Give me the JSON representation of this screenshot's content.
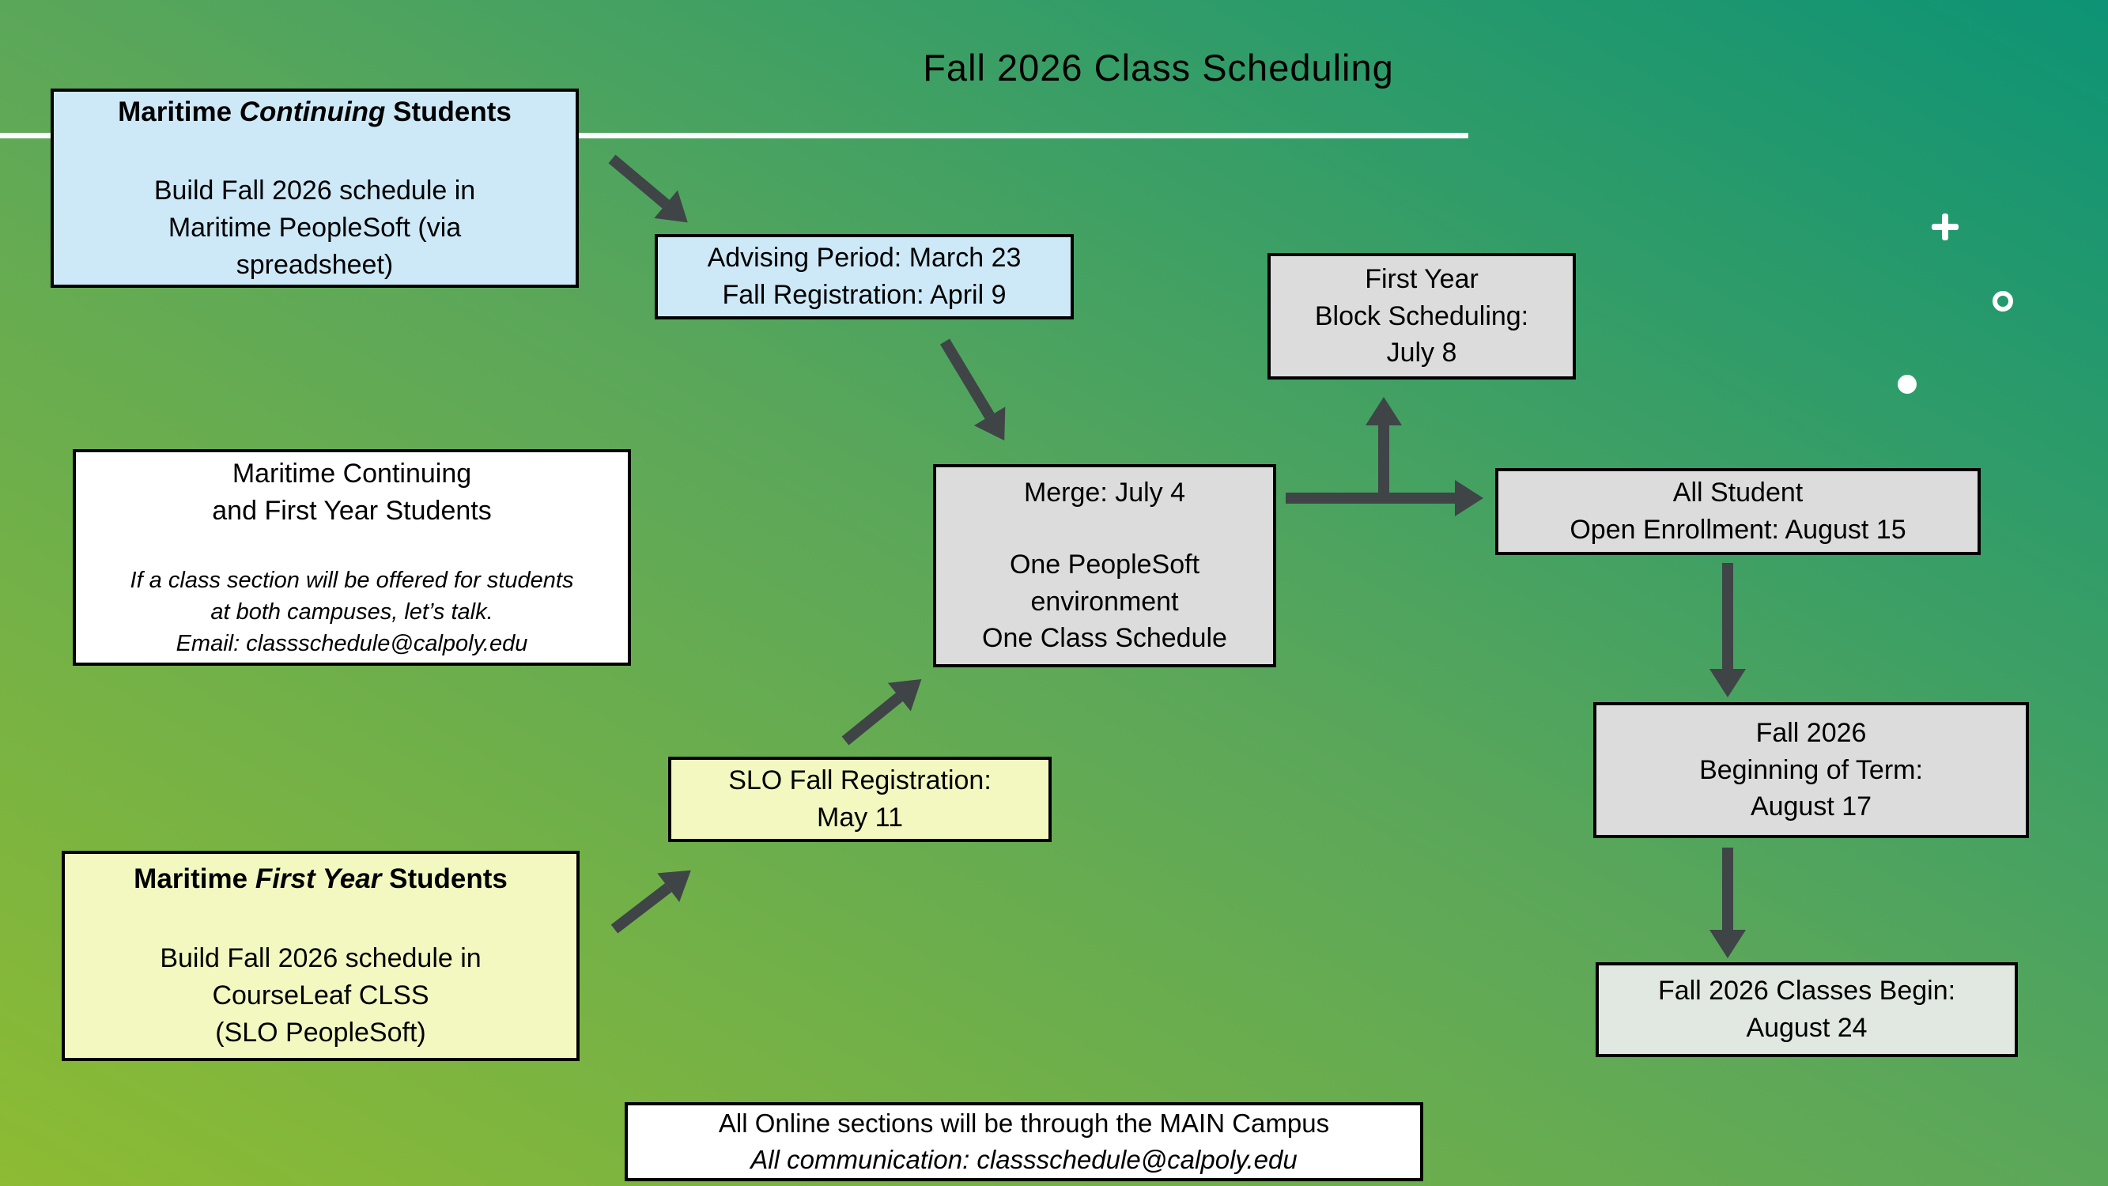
{
  "title": "Fall 2026 Class Scheduling",
  "boxes": {
    "maritime_continuing": {
      "heading_pre": "Maritime ",
      "heading_italic": "Continuing",
      "heading_post": " Students",
      "body": [
        "Build Fall 2026 schedule in",
        "Maritime PeopleSoft (via",
        "spreadsheet)"
      ]
    },
    "advising": {
      "lines": [
        "Advising Period: March 23",
        "Fall Registration: April 9"
      ]
    },
    "first_year_block": {
      "lines": [
        "First Year",
        "Block Scheduling:",
        "July 8"
      ]
    },
    "merge": {
      "line1": "Merge: July 4",
      "body": [
        "One PeopleSoft",
        "environment",
        "One Class Schedule"
      ]
    },
    "open_enrollment": {
      "lines": [
        "All Student",
        "Open Enrollment: August 15"
      ]
    },
    "beginning_of_term": {
      "lines": [
        "Fall 2026",
        "Beginning of Term:",
        "August 17"
      ]
    },
    "classes_begin": {
      "lines": [
        "Fall 2026 Classes Begin:",
        "August 24"
      ]
    },
    "both_campuses": {
      "heading_lines": [
        "Maritime Continuing",
        "and First Year Students"
      ],
      "italic_lines": [
        "If a class section will be offered for students",
        "at both campuses, let’s talk.",
        "Email: classschedule@calpoly.edu"
      ]
    },
    "slo_registration": {
      "lines": [
        "SLO Fall Registration:",
        "May 11"
      ]
    },
    "maritime_first_year": {
      "heading_pre": "Maritime ",
      "heading_italic": "First Year",
      "heading_post": " Students",
      "body": [
        "Build Fall 2026 schedule in",
        "CourseLeaf CLSS",
        "(SLO PeopleSoft)"
      ]
    },
    "online_note": {
      "line1": "All Online sections will be through the MAIN Campus",
      "line2": "All communication: classschedule@calpoly.edu"
    }
  },
  "colors": {
    "background_start": "#8dbb33",
    "background_end": "#0d9375",
    "box_blue": "#cde9f8",
    "box_yellow": "#f3f8c0",
    "box_gray": "#dcdcdc",
    "box_white": "#ffffff",
    "arrow": "#3f4447",
    "border": "#000000",
    "rule": "#ffffff"
  },
  "decorations": [
    "plus-icon",
    "ring-icon",
    "dot-icon"
  ]
}
